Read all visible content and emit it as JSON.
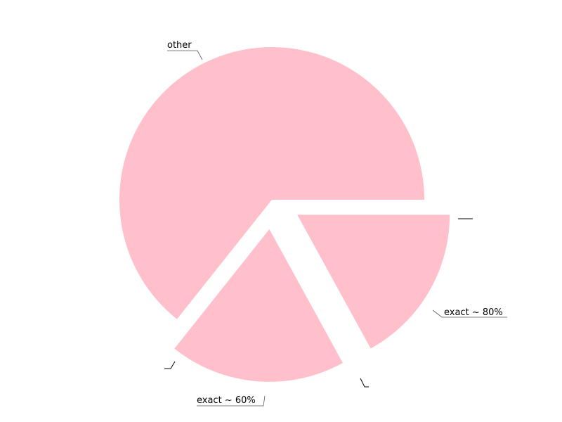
{
  "chart_data": {
    "type": "pie",
    "title": "",
    "slices": [
      {
        "label": "other",
        "value": 64.3,
        "exploded": false
      },
      {
        "label": "exact ~ 60%",
        "value": 18.7,
        "exploded": true
      },
      {
        "label": "exact ~ 80%",
        "value": 17.0,
        "exploded": true
      }
    ],
    "colors": {
      "slice": "#FFC0CB",
      "leader": "#555555",
      "text": "#000000"
    },
    "legend": "none"
  }
}
